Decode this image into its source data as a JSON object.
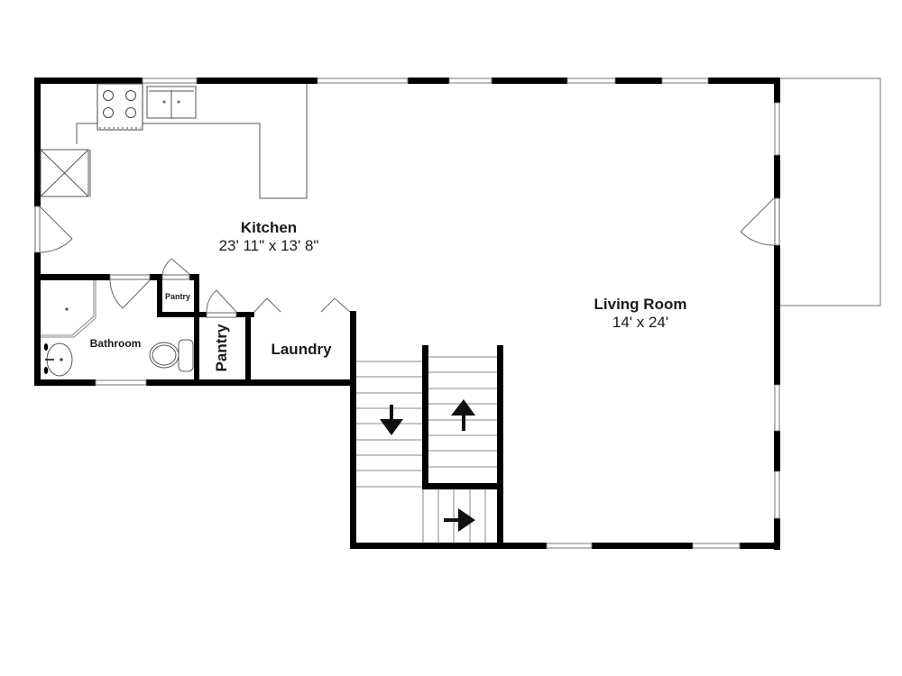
{
  "floor_plan": {
    "rooms": [
      {
        "id": "kitchen",
        "name": "Kitchen",
        "dimensions": "23' 11\" x 13' 8\""
      },
      {
        "id": "living-room",
        "name": "Living Room",
        "dimensions": "14' x 24'"
      },
      {
        "id": "bathroom",
        "name": "Bathroom"
      },
      {
        "id": "pantry-small",
        "name": "Pantry"
      },
      {
        "id": "pantry-tall",
        "name": "Pantry"
      },
      {
        "id": "laundry",
        "name": "Laundry"
      }
    ],
    "fixtures": [
      "stove-icon",
      "sink-icon",
      "refrigerator-icon",
      "shower-icon",
      "toilet-icon",
      "bathroom-sink-icon"
    ],
    "stairs": [
      {
        "id": "stairs-down",
        "direction": "down"
      },
      {
        "id": "stairs-up",
        "direction": "up"
      },
      {
        "id": "stairs-landing",
        "direction": "right"
      }
    ],
    "colors": {
      "wall": "#000000",
      "line": "#555555",
      "background": "#ffffff"
    }
  }
}
